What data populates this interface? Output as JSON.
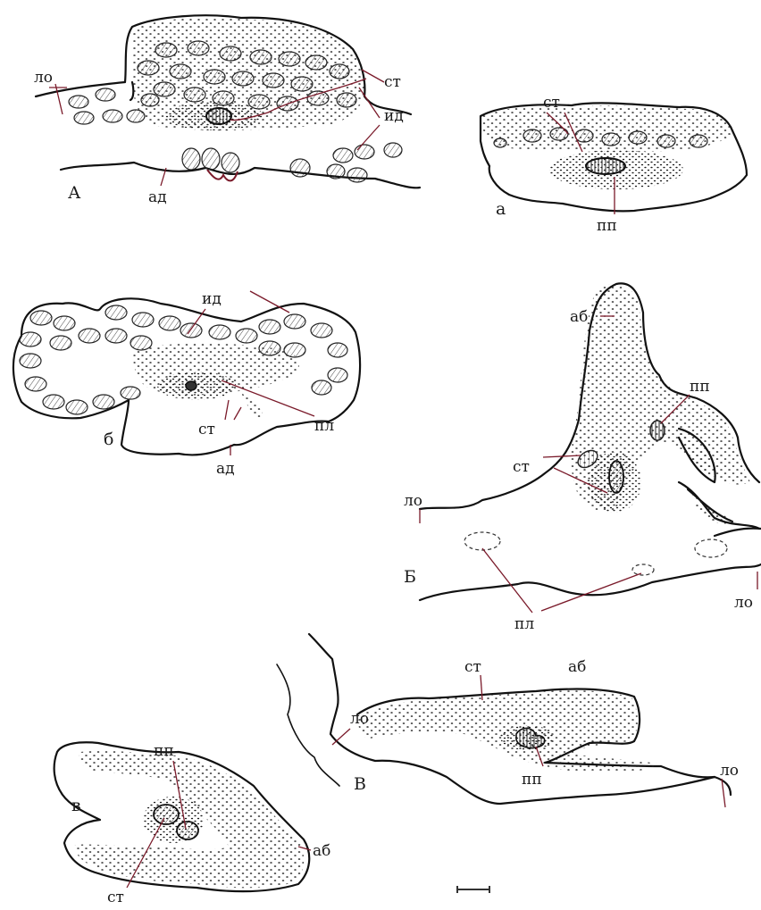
{
  "labels": {
    "lo": "ло",
    "st": "ст",
    "id": "ид",
    "ad": "ад",
    "pp": "пп",
    "pl": "пл",
    "ab": "аб"
  },
  "panels": {
    "A": "А",
    "a": "а",
    "b_small": "б",
    "B": "Б",
    "v_small": "в",
    "V": "В"
  },
  "colors": {
    "outline": "#111111",
    "leader": "#7a1a2a",
    "stipple": "#1a1a1a"
  }
}
